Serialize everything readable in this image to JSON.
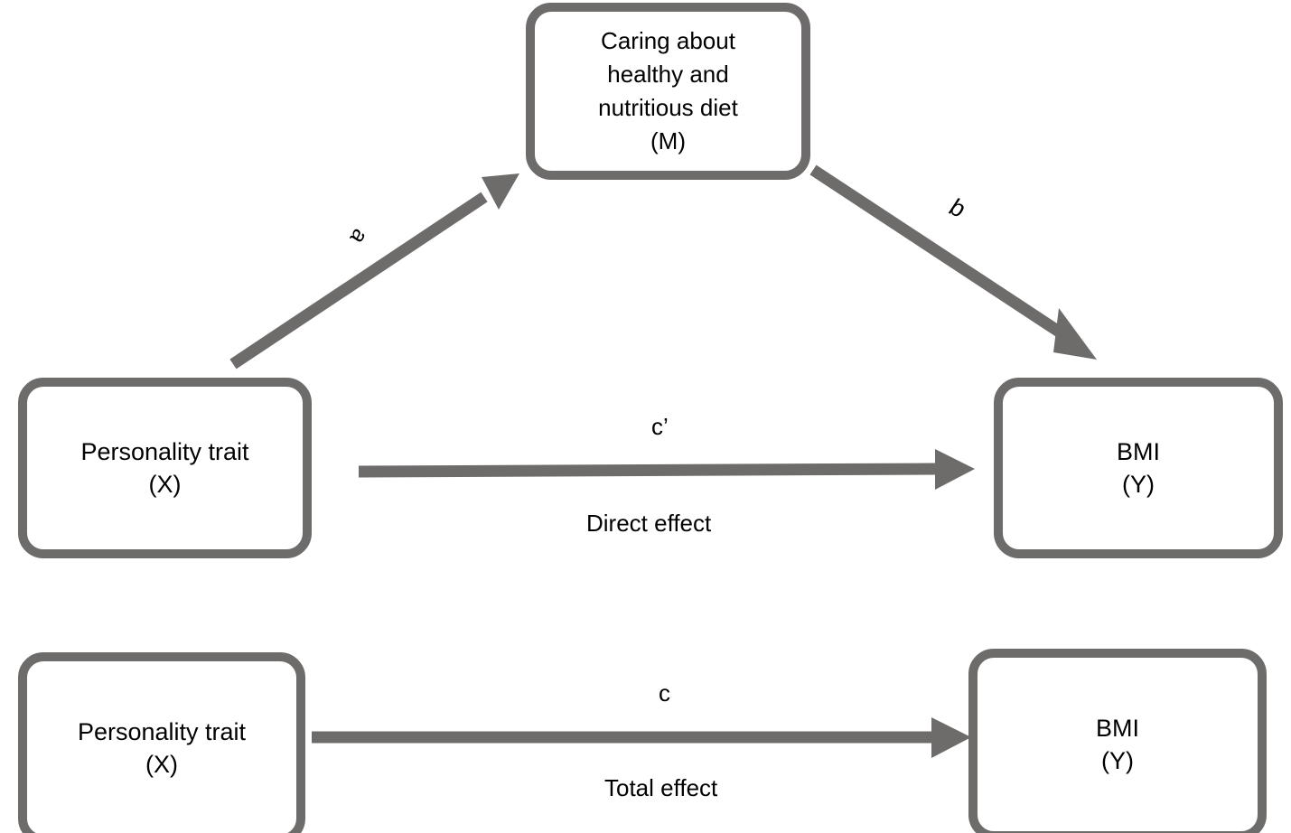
{
  "diagram": {
    "title": "Mediation model of personality trait, diet caring, and BMI",
    "type": "mediation-path-diagram",
    "background_color": "#ffffff",
    "stroke_color": "#6e6b6b",
    "text_color": "#000000"
  },
  "nodes": {
    "mediator": {
      "id": "M",
      "label": "Caring about\nhealthy and\nnutritious  diet\n(M)"
    },
    "predictor_top": {
      "id": "X",
      "label": "Personality trait\n(X)"
    },
    "outcome_top": {
      "id": "Y",
      "label": "BMI\n(Y)"
    },
    "predictor_bottom": {
      "id": "X",
      "label": "Personality trait\n(X)"
    },
    "outcome_bottom": {
      "id": "Y",
      "label": "BMI\n(Y)"
    }
  },
  "edges": {
    "path_a": {
      "label": "a",
      "from": "X",
      "to": "M"
    },
    "path_b": {
      "label": "b",
      "from": "M",
      "to": "Y"
    },
    "path_c_prime": {
      "label": "c’",
      "from": "X",
      "to": "Y",
      "caption": "Direct effect"
    },
    "path_c": {
      "label": "c",
      "from": "X",
      "to": "Y",
      "caption": "Total effect"
    }
  }
}
